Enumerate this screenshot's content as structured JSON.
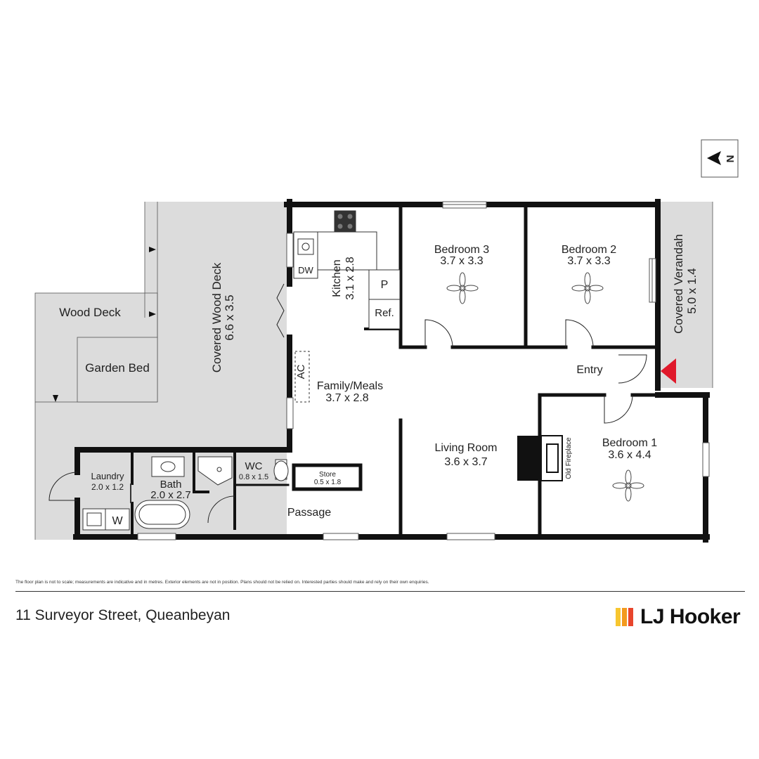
{
  "address": "11 Surveyor Street, Queanbeyan",
  "disclaimer": "The floor plan is not to scale; measurements are indicative and in metres. Exterior elements are not in position. Plans should not be relied on. Interested parties should make and rely on their own enquiries.",
  "brand": {
    "name": "LJ Hooker",
    "logo_colors": [
      "#f7c62f",
      "#f39a1e",
      "#e8452c"
    ]
  },
  "compass": {
    "letter": "N"
  },
  "colors": {
    "exterior": "#dcdcdc",
    "wall": "#111111",
    "entry_marker": "#e0192b"
  },
  "rooms": {
    "kitchen": {
      "name": "Kitchen",
      "dims": "3.1 x 2.8"
    },
    "bedroom3": {
      "name": "Bedroom 3",
      "dims": "3.7 x 3.3"
    },
    "bedroom2": {
      "name": "Bedroom 2",
      "dims": "3.7 x 3.3"
    },
    "bedroom1": {
      "name": "Bedroom 1",
      "dims": "3.6 x 4.4"
    },
    "family": {
      "name": "Family/Meals",
      "dims": "3.7 x 2.8"
    },
    "living": {
      "name": "Living Room",
      "dims": "3.6 x 3.7"
    },
    "entry": {
      "name": "Entry"
    },
    "passage": {
      "name": "Passage"
    },
    "laundry": {
      "name": "Laundry",
      "dims": "2.0 x 1.2"
    },
    "bath": {
      "name": "Bath",
      "dims": "2.0 x 2.7"
    },
    "wc": {
      "name": "WC",
      "dims": "0.8 x 1.5"
    },
    "store": {
      "name": "Store",
      "dims": "0.5 x 1.8"
    }
  },
  "exterior": {
    "covered_deck": {
      "name": "Covered Wood Deck",
      "dims": "6.6 x 3.5"
    },
    "verandah": {
      "name": "Covered Verandah",
      "dims": "5.0 x 1.4"
    },
    "wood_deck": {
      "name": "Wood Deck"
    },
    "garden_bed": {
      "name": "Garden Bed"
    }
  },
  "fixtures": {
    "dishwasher": "DW",
    "pantry": "P",
    "fridge": "Ref.",
    "air_con": "AC",
    "washer": "W",
    "fireplace": "Old Fireplace"
  }
}
